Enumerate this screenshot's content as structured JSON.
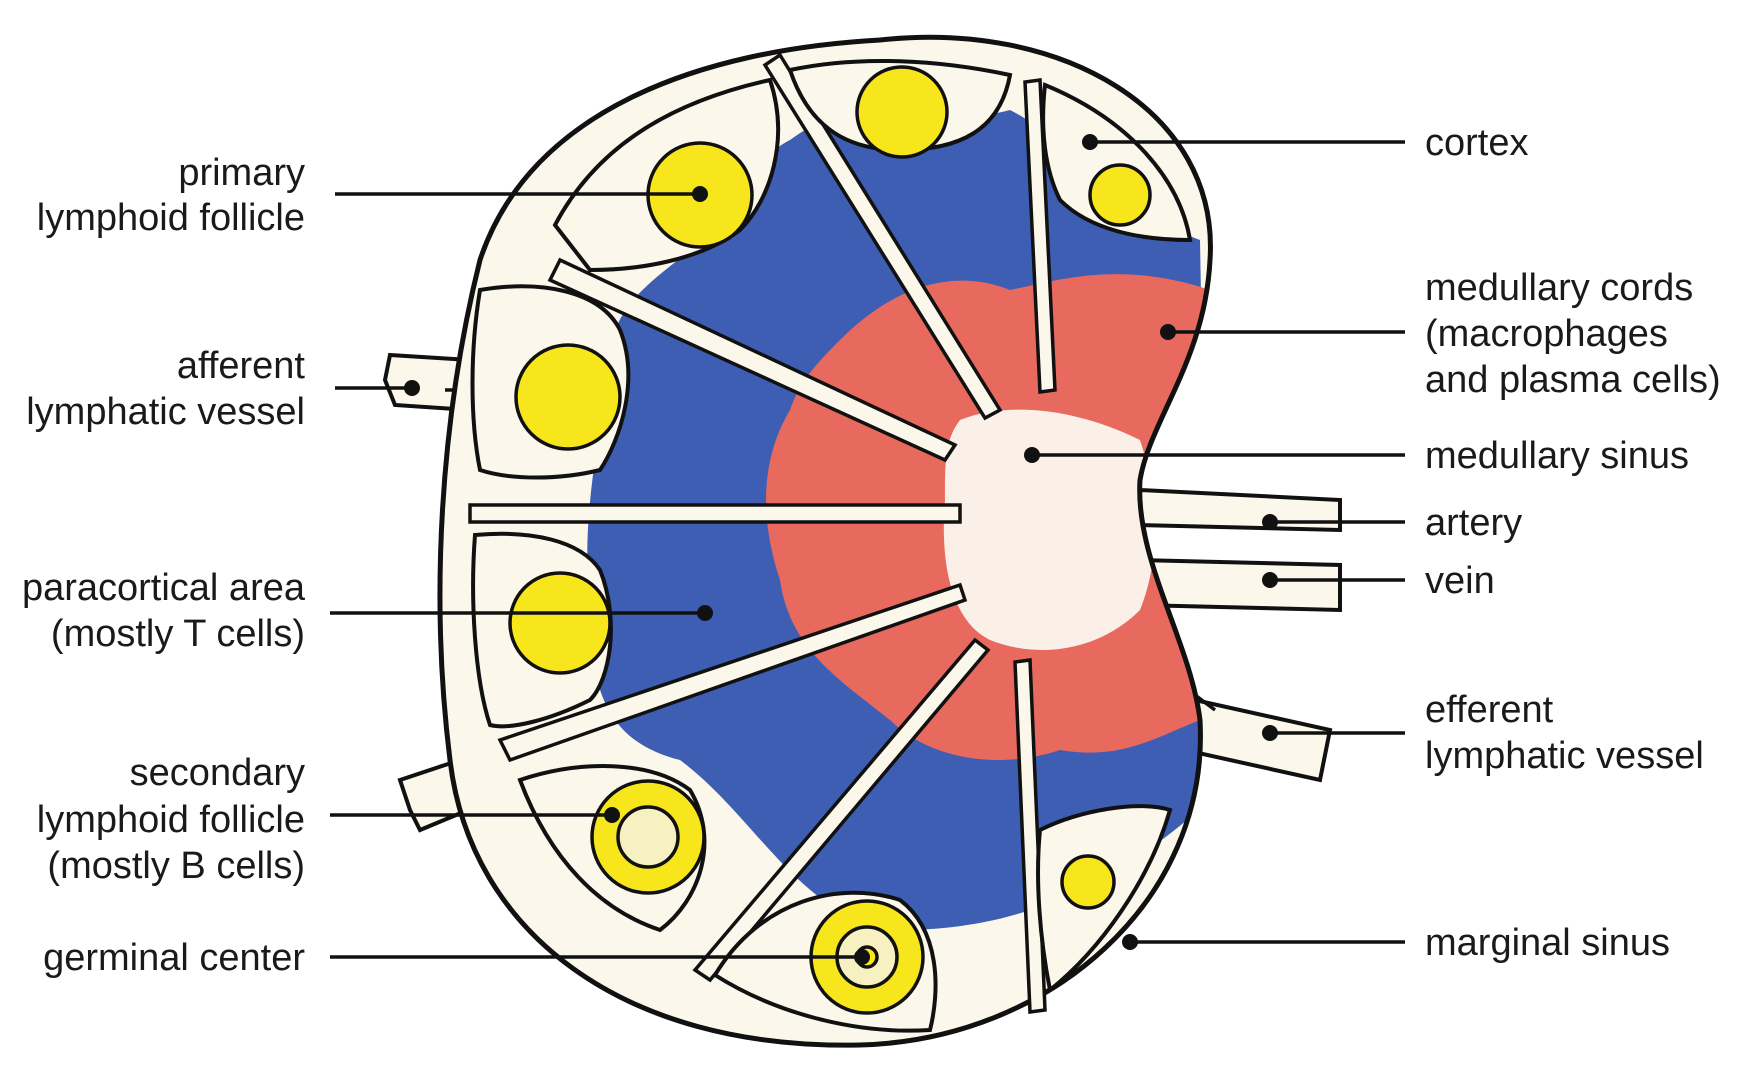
{
  "labels": {
    "primary_follicle": [
      "primary",
      "lymphoid follicle"
    ],
    "afferent_vessel": [
      "afferent",
      "lymphatic vessel"
    ],
    "paracortical_area": [
      "paracortical area",
      "(mostly T cells)"
    ],
    "secondary_follicle": [
      "secondary",
      "lymphoid follicle",
      "(mostly B cells)"
    ],
    "germinal_center": [
      "germinal center"
    ],
    "cortex": [
      "cortex"
    ],
    "medullary_cords": [
      "medullary cords",
      "(macrophages",
      "and plasma cells)"
    ],
    "medullary_sinus": [
      "medullary sinus"
    ],
    "artery": [
      "artery"
    ],
    "vein": [
      "vein"
    ],
    "efferent_vessel": [
      "efferent",
      "lymphatic vessel"
    ],
    "marginal_sinus": [
      "marginal sinus"
    ]
  },
  "colors": {
    "paracortex_blue": "#3e5eb4",
    "medullary_cords_red": "#e86a5e",
    "follicle_yellow": "#f7e61c",
    "cortex_cream": "#fbf7ea"
  }
}
